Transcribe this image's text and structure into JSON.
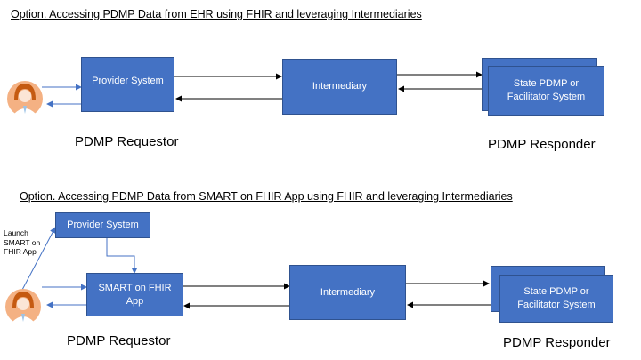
{
  "section1": {
    "heading": "Option. Accessing PDMP Data from EHR using FHIR and leveraging Intermediaries",
    "provider_label": "Provider System",
    "intermediary_label": "Intermediary",
    "state_label_line1": "State PDMP or",
    "state_label_line2": "Facilitator System",
    "requestor_caption": "PDMP Requestor",
    "responder_caption": "PDMP Responder"
  },
  "section2": {
    "heading": "Option. Accessing PDMP Data from SMART on FHIR App using FHIR and leveraging Intermediaries",
    "launch_line1": "Launch",
    "launch_line2": "SMART on",
    "launch_line3": "FHIR App",
    "provider_label": "Provider System",
    "smart_line1": "SMART on FHIR",
    "smart_line2": "App",
    "intermediary_label": "Intermediary",
    "state_label_line1": "State PDMP or",
    "state_label_line2": "Facilitator System",
    "requestor_caption": "PDMP Requestor",
    "responder_caption": "PDMP Responder"
  },
  "colors": {
    "box_fill": "#4472c4",
    "box_border": "#2f528f",
    "connector_blue": "#4472c4",
    "connector_black": "#000000"
  },
  "icons": [
    "doctor-avatar-icon"
  ]
}
